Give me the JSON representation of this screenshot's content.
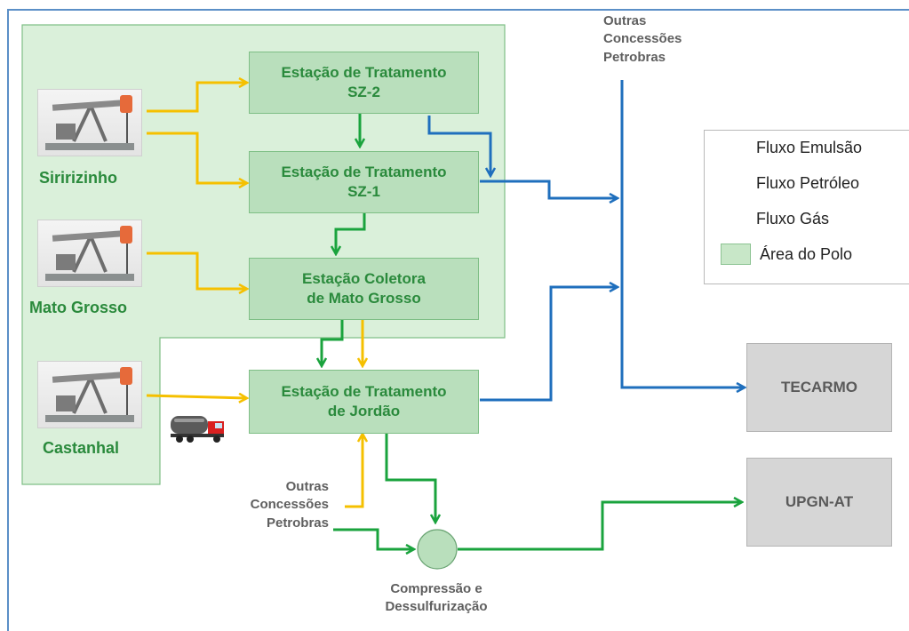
{
  "legend": {
    "items": [
      {
        "label": "Fluxo Emulsão",
        "kind": "arrow",
        "color": "#f5c000"
      },
      {
        "label": "Fluxo Petróleo",
        "kind": "arrow",
        "color": "#1f6fbd"
      },
      {
        "label": "Fluxo Gás",
        "kind": "arrow",
        "color": "#1aa33d"
      },
      {
        "label": "Área do Polo",
        "kind": "swatch",
        "color": "#c8e7c8"
      }
    ]
  },
  "fields": {
    "siririzinho": "Siririzinho",
    "mato_grosso": "Mato Grosso",
    "castanhal": "Castanhal"
  },
  "stations": {
    "sz2": "Estação de Tratamento\nSZ-2",
    "sz1": "Estação de Tratamento\nSZ-1",
    "coletora": "Estação Coletora\nde Mato Grosso",
    "jordao": "Estação de Tratamento\nde Jordão"
  },
  "destinations": {
    "tecarmo": "TECARMO",
    "upgn": "UPGN-AT"
  },
  "labels": {
    "outras_top": "Outras\nConcessões\nPetrobras",
    "outras_bottom": "Outras\nConcessões\nPetrobras",
    "compressao": "Compressão e\nDessulfurização"
  },
  "colors": {
    "emulsao": "#f5c000",
    "petroleo": "#1f6fbd",
    "gas": "#1aa33d",
    "area": "#daf0da"
  }
}
